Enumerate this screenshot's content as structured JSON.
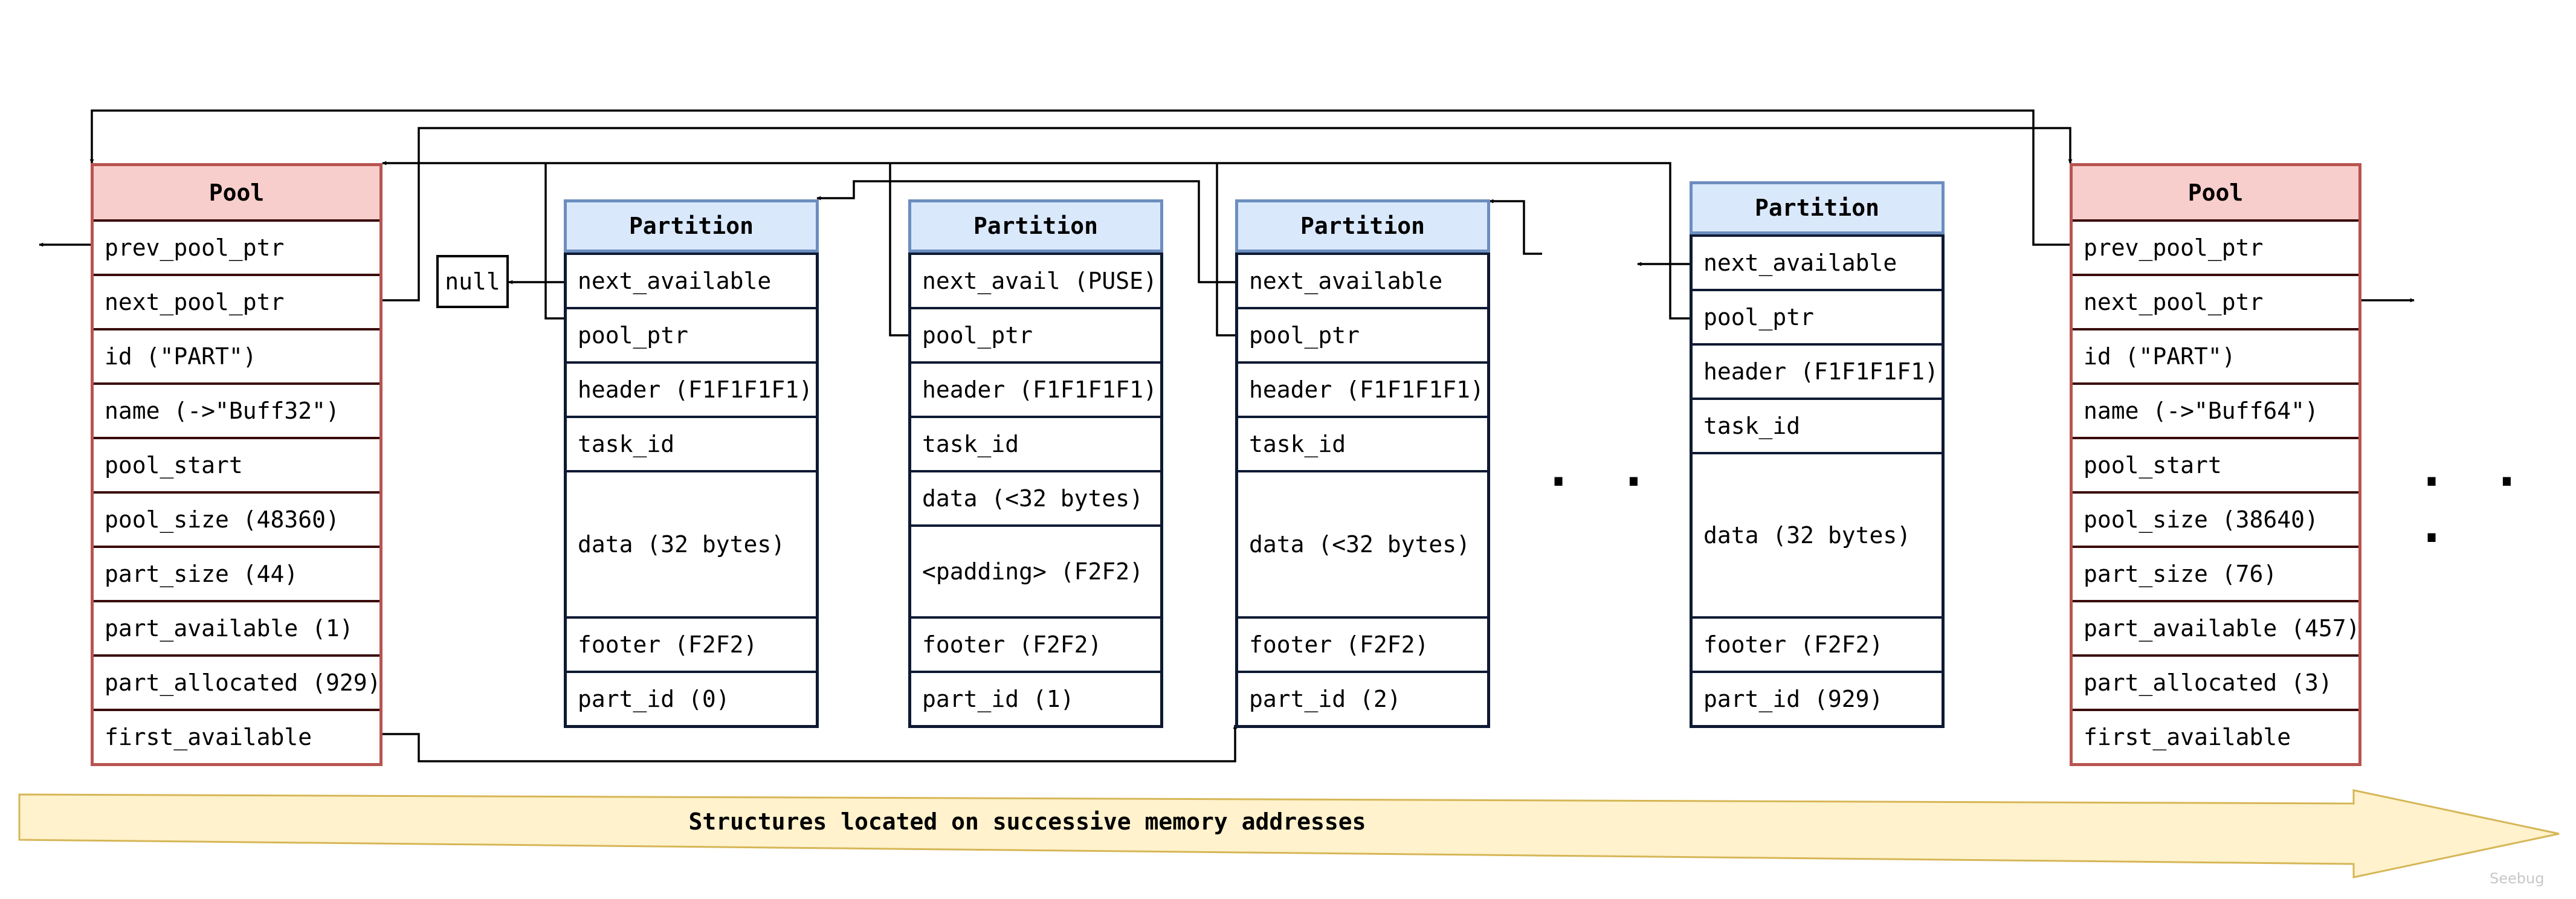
{
  "pools": [
    {
      "title": "Pool",
      "rows": [
        "prev_pool_ptr",
        "next_pool_ptr",
        "id (\"PART\")",
        "name (->\"Buff32\")",
        "pool_start",
        "pool_size (48360)",
        "part_size (44)",
        "part_available (1)",
        "part_allocated (929)",
        "first_available"
      ]
    },
    {
      "title": "Pool",
      "rows": [
        "prev_pool_ptr",
        "next_pool_ptr",
        "id (\"PART\")",
        "name (->\"Buff64\")",
        "pool_start",
        "pool_size (38640)",
        "part_size (76)",
        "part_available (457)",
        "part_allocated (3)",
        "first_available"
      ]
    }
  ],
  "partitions": [
    {
      "title": "Partition",
      "rows": [
        "next_available",
        "pool_ptr",
        "header (F1F1F1F1)",
        "task_id",
        "data (32 bytes)",
        "footer (F2F2)",
        "part_id (0)"
      ]
    },
    {
      "title": "Partition",
      "rows": [
        "next_avail (PUSE)",
        "pool_ptr",
        "header (F1F1F1F1)",
        "task_id",
        "data (<32 bytes)",
        "<padding> (F2F2)",
        "footer (F2F2)",
        "part_id (1)"
      ]
    },
    {
      "title": "Partition",
      "rows": [
        "next_available",
        "pool_ptr",
        "header (F1F1F1F1)",
        "task_id",
        "data (<32 bytes)",
        "footer (F2F2)",
        "part_id (2)"
      ]
    },
    {
      "title": "Partition",
      "rows": [
        "next_available",
        "pool_ptr",
        "header (F1F1F1F1)",
        "task_id",
        "data (32 bytes)",
        "footer (F2F2)",
        "part_id (929)"
      ]
    }
  ],
  "null_label": "null",
  "ellipsis": ". . .",
  "banner": "Structures located on successive memory addresses",
  "watermark": "Seebug",
  "colors": {
    "pool_border": "#b85450",
    "pool_header": "#f8cecc",
    "partition_border": "#6c8ebf",
    "partition_header": "#dae8fc",
    "banner_fill": "#fff2cc",
    "banner_border": "#d6b656"
  }
}
